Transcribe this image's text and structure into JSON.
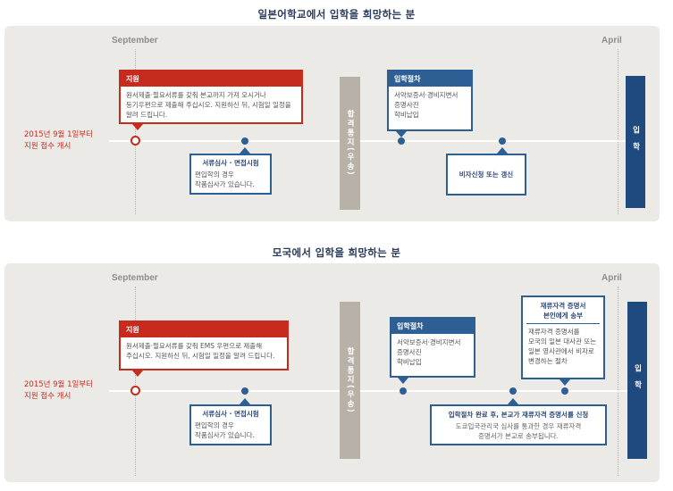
{
  "section1": {
    "title": "일본어학교에서 입학을 희망하는 분",
    "month_start": "September",
    "month_end": "April",
    "start_label": "2015년 9월 1일부터\n지원 접수 개시",
    "apply_box": {
      "title": "지원",
      "body": "원서제출·필요서류를 갖춰 본교까지 가져 오시거나\n등기우편으로 제출해 주십시오. 지원하신 뒤, 시험일 일정을\n알려 드립니다."
    },
    "screening_box": {
      "title": "서류심사 · 면접시험",
      "body": "편입학의 경우\n작품심사가 있습니다."
    },
    "result_bar": "합격통지(우송)",
    "procedure_box": {
      "title": "입학절차",
      "body": "서약보증서·경비지변서\n증명사진\n학비납입"
    },
    "visa_box": {
      "title": "비자신청 또는 갱신"
    },
    "entrance_bar": "입학"
  },
  "section2": {
    "title": "모국에서 입학을 희망하는 분",
    "month_start": "September",
    "month_end": "April",
    "start_label": "2015년 9월 1일부터\n지원 접수 개시",
    "apply_box": {
      "title": "지원",
      "body": "원서제출·필요서류를 갖춰 EMS 우편으로 제출해\n주십시오. 지원하신 뒤, 시험일 일정을 알려 드립니다."
    },
    "screening_box": {
      "title": "서류심사 · 면접시험",
      "body": "편입학의 경우\n작품심사가 있습니다."
    },
    "result_bar": "합격통지(우송)",
    "procedure_box": {
      "title": "입학절차",
      "body": "서약보증서·경비지변서\n증명사진\n학비납입"
    },
    "cert_box": {
      "title": "재류자격 증명서\n본인에게 송부",
      "body": "재류자격 증명서를\n모국의 일본 대사관 또는\n일본 영사관에서 비자로\n변경하는 절차"
    },
    "completion_box": {
      "title": "입학절차 완료 후, 본교가 재류자격 증명서를 신청",
      "body": "도쿄입국관리국 심사를 통과한 경우 재류자격\n증명서가 본교로 송부됩니다."
    },
    "entrance_bar": "입학"
  }
}
